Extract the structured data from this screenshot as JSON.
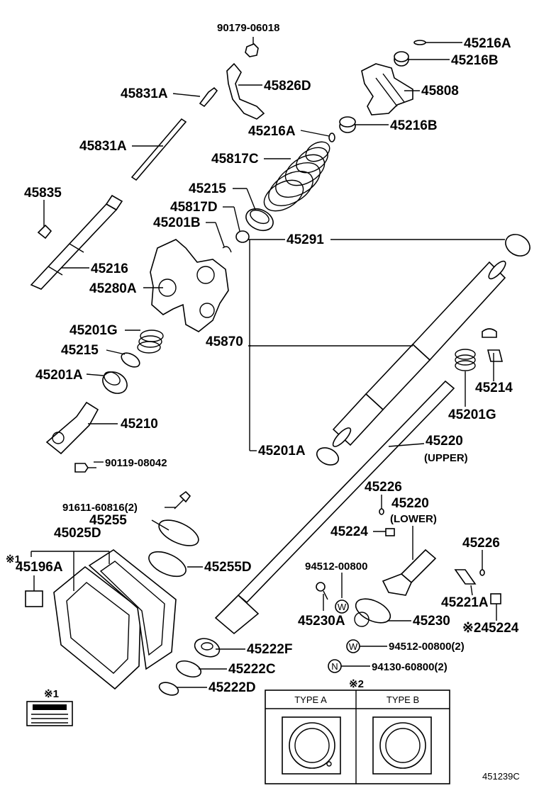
{
  "parts": {
    "p90179": "90179-06018",
    "p45216A_top": "45216A",
    "p45216B_top": "45216B",
    "p45831A_pin": "45831A",
    "p45826D": "45826D",
    "p45808": "45808",
    "p45216A_mid": "45216A",
    "p45216B_mid": "45216B",
    "p45831A_rod": "45831A",
    "p45817C": "45817C",
    "p45835": "45835",
    "p45215_top": "45215",
    "p45817D": "45817D",
    "p45201B": "45201B",
    "p45291": "45291",
    "p45216": "45216",
    "p45280A": "45280A",
    "p45201G_left": "45201G",
    "p45215_left": "45215",
    "p45870": "45870",
    "p45201A_left": "45201A",
    "p45214": "45214",
    "p45201G_right": "45201G",
    "p45210": "45210",
    "p90119": "90119-08042",
    "p45201A_bottom": "45201A",
    "p45220_upper": "45220",
    "upper_note": "(UPPER)",
    "p91611": "91611-60816(2)",
    "p45255": "45255",
    "p45226_a": "45226",
    "p45220_lower": "45220",
    "lower_note": "(LOWER)",
    "p45025D": "45025D",
    "p45224_a": "45224",
    "p45226_b": "45226",
    "ref_mark_1": "※1",
    "p45196A": "45196A",
    "p45255D": "45255D",
    "p94512_a": "94512-00800",
    "p45221A": "45221A",
    "p45230A": "45230A",
    "p45230": "45230",
    "p45224_b": "※245224",
    "p94512_b": "94512-00800(2)",
    "p45222F": "45222F",
    "p94130": "94130-60800(2)",
    "p45222C": "45222C",
    "p45222D": "45222D",
    "ref_mark_2": "※2",
    "ref_mark_1b": "※1",
    "type_a": "TYPE A",
    "type_b": "TYPE B",
    "diagram_id": "451239C",
    "circle_w": "W",
    "circle_n": "N"
  }
}
